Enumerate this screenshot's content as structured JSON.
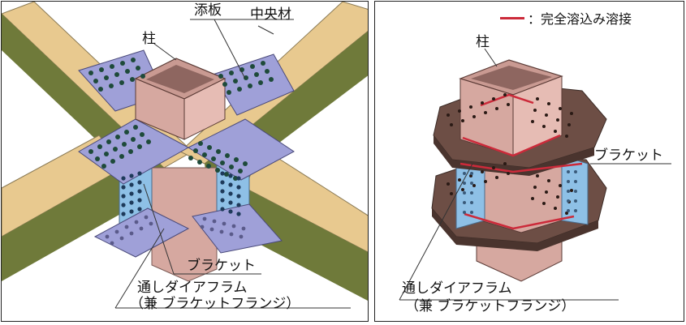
{
  "left_panel": {
    "labels": {
      "column": "柱",
      "splice_plate": "添板",
      "center_member": "中央材",
      "bracket": "ブラケット",
      "through_diaphragm_line1": "通しダイアフラム",
      "through_diaphragm_line2": "（兼 ブラケットフランジ）"
    }
  },
  "right_panel": {
    "legend": {
      "text": "：完全溶込み溶接",
      "color": "#cc2a3a"
    },
    "labels": {
      "column": "柱",
      "bracket": "ブラケット",
      "through_diaphragm_line1": "通しダイアフラム",
      "through_diaphragm_line2": "（兼 ブラケットフランジ）"
    }
  },
  "colors": {
    "beam_top": "#e8c98f",
    "beam_side": "#6f7a3a",
    "plate": "#9fa0d8",
    "column": "#d6a8a0",
    "diaphragm": "#6d4e45",
    "bracket_web": "#8ec0e6",
    "weld": "#cc2a3a"
  }
}
